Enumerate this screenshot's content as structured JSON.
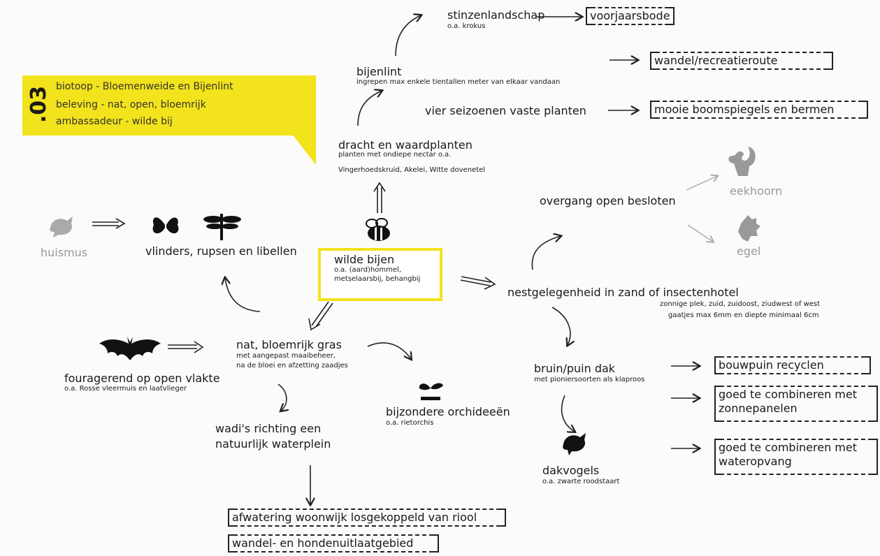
{
  "banner": {
    "number": ".03",
    "lines": [
      "biotoop - Bloemenweide en Bijenlint",
      "beleving - nat, open, bloemrijk",
      "ambassadeur - wilde bij"
    ]
  },
  "nodes": {
    "stinzen": {
      "title": "stinzenlandschap",
      "sub": "o.a. krokus"
    },
    "bijenlint": {
      "title": "bijenlint",
      "sub": "ingrepen max enkele tientallen meter van elkaar vandaan"
    },
    "vier_seizoenen": {
      "title": "vier seizoenen vaste planten"
    },
    "dracht": {
      "title": "dracht en waardplanten",
      "sub1": "planten met ondiepe nectar o.a.",
      "sub2": "Vingerhoedskruid, Akelei, Witte dovenetel"
    },
    "huismus": {
      "title": "huismus"
    },
    "vlinders": {
      "title": "vlinders, rupsen en libellen"
    },
    "wilde_bijen": {
      "title": "wilde bijen",
      "sub1": "o.a. (aard)hommel,",
      "sub2": "metselaarsbij, behangbij"
    },
    "overgang": {
      "title": "overgang open besloten"
    },
    "eekhoorn": {
      "title": "eekhoorn"
    },
    "egel": {
      "title": "egel"
    },
    "nestgelegenheid": {
      "title": "nestgelegenheid in zand of insectenhotel",
      "sub1": "zonnige plek, zuid, zuidoost, ziudwest of west",
      "sub2": "gaatjes max 6mm en diepte minimaal 6cm"
    },
    "fouragerend": {
      "title": "fouragerend op open vlakte",
      "sub": "o.a. Rosse vleermuis en laatvlieger"
    },
    "nat_gras": {
      "title": "nat, bloemrijk gras",
      "sub1": "met aangepast maaibeheer,",
      "sub2": "na de bloei en afzetting zaadjes"
    },
    "orchideeen": {
      "title": "bijzondere orchideeën",
      "sub": "o.a. rietorchis"
    },
    "wadis": {
      "line1": "wadi's richting een",
      "line2": "natuurlijk waterplein"
    },
    "bruin_dak": {
      "title": "bruin/puin dak",
      "sub": "met pioniersoorten als klaproos"
    },
    "dakvogels": {
      "title": "dakvogels",
      "sub": "o.a. zwarte roodstaart"
    }
  },
  "boxes": {
    "voorjaarsbode": "voorjaarsbode",
    "wandel_recreatie": "wandel/recreatieroute",
    "boomspiegels": "mooie boomspiegels en bermen",
    "afwatering": "afwatering woonwijk losgekoppeld van riool",
    "hondenuitlaat": "wandel- en hondenuitlaatgebied",
    "bouwpuin": "bouwpuin recyclen",
    "zonnepanelen_1": "goed te combineren met",
    "zonnepanelen_2": "zonnepanelen",
    "wateropvang_1": "goed te combineren met",
    "wateropvang_2": "wateropvang"
  },
  "colors": {
    "accent": "#f2e31c",
    "ink": "#1a1a1a",
    "muted": "#999999"
  },
  "icons": [
    "bird-icon",
    "butterfly-icon",
    "dragonfly-icon",
    "bee-icon",
    "bat-icon",
    "plant-icon",
    "squirrel-icon",
    "hedgehog-icon"
  ]
}
